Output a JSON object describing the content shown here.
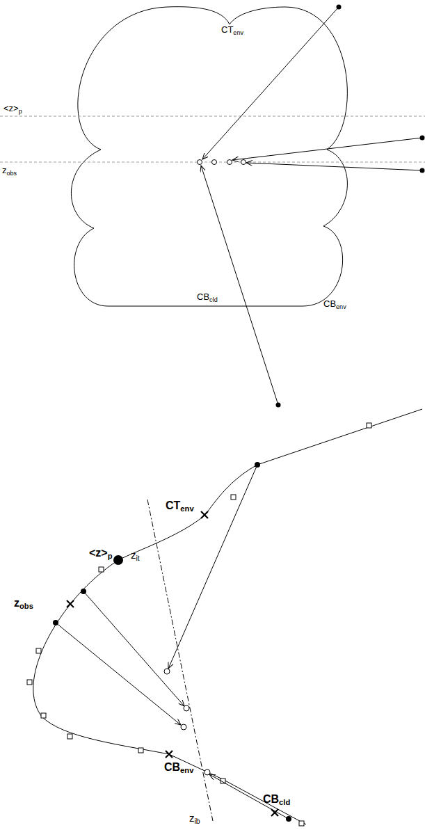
{
  "diagram": {
    "labels": [
      "CTenv",
      "<z>p",
      "zobs",
      "CBcld",
      "CBenv",
      "CTenv",
      "<z>p",
      "zit",
      "zobs",
      "CBenv",
      "zib",
      "CBcld"
    ]
  }
}
